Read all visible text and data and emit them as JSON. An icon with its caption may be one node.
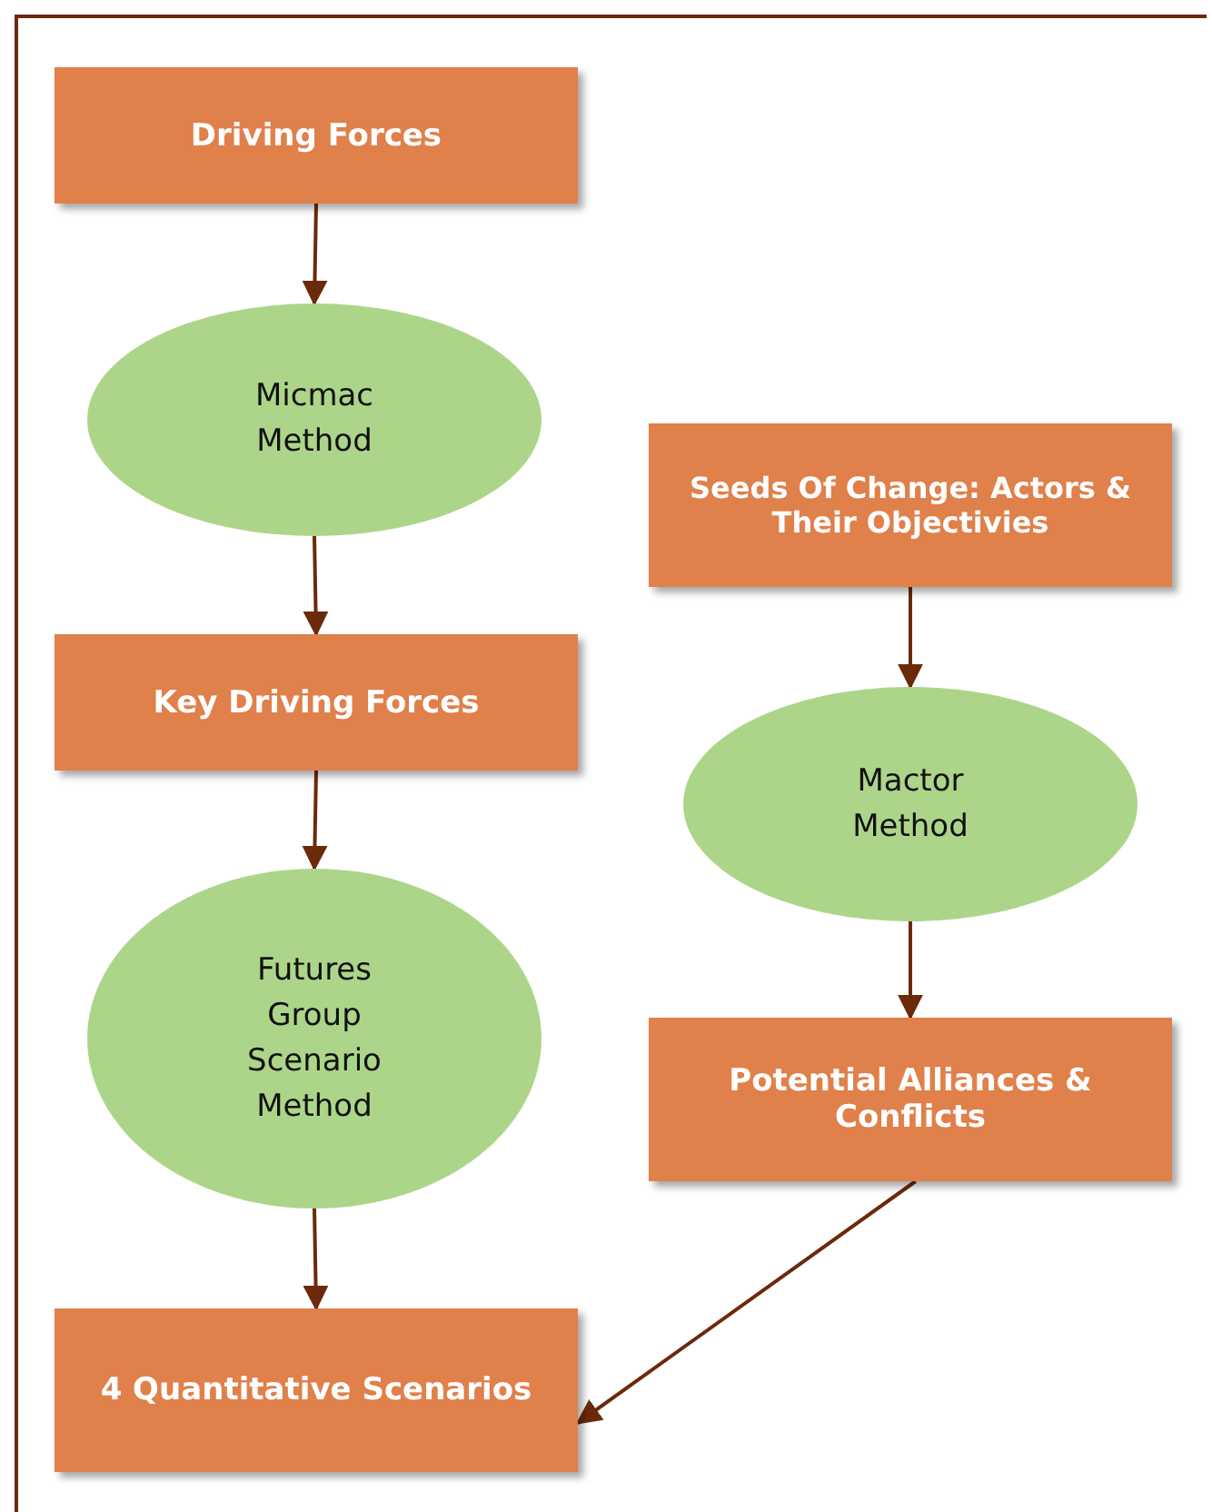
{
  "diagram": {
    "nodes": [
      {
        "text": [
          "Driving Forces"
        ]
      },
      {
        "text": [
          "Micmac Method"
        ]
      },
      {
        "text": [
          "Key Driving Forces"
        ]
      },
      {
        "text": [
          "Futures Group Scenario Method"
        ]
      },
      {
        "text": [
          "4 Quantitative Scenarios"
        ]
      },
      {
        "text": [
          "Seeds Of Change: Actors & Their Objectivies"
        ]
      },
      {
        "text": [
          "Mactor Method"
        ]
      },
      {
        "text": [
          "Potential Alliances & Conflicts"
        ]
      }
    ],
    "edges": [
      {
        "from": 0,
        "to": 1,
        "arrow": "to"
      },
      {
        "from": 1,
        "to": 2,
        "arrow": "to"
      },
      {
        "from": 2,
        "to": 3,
        "arrow": "to"
      },
      {
        "from": 3,
        "to": 4,
        "arrow": "to"
      },
      {
        "from": 5,
        "to": 6,
        "arrow": "to"
      },
      {
        "from": 6,
        "to": 7,
        "arrow": "to"
      },
      {
        "from": 7,
        "to": 4,
        "arrow": "to"
      }
    ]
  }
}
